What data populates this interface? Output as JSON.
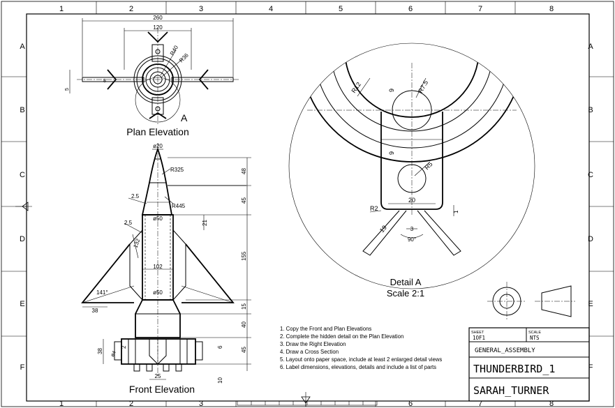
{
  "border": {
    "columns": [
      "1",
      "2",
      "3",
      "4",
      "5",
      "6",
      "7",
      "8"
    ],
    "rows": [
      "A",
      "B",
      "C",
      "D",
      "E",
      "F"
    ]
  },
  "plan": {
    "title": "Plan Elevation",
    "dim_260": "260",
    "dim_120": "120",
    "dim_r40": "R40",
    "dim_r36": "R36",
    "dim_8": "8",
    "dim_5": "5",
    "detail_label": "A"
  },
  "front": {
    "title": "Front Elevation",
    "dim_d20": "ø20",
    "dim_r325": "R325",
    "dim_r445": "R445",
    "dim_25a": "2.5",
    "dim_25b": "2.5",
    "dim_d50a": "ø50",
    "dim_21": "21",
    "dim_132": "132",
    "dim_102": "102",
    "dim_141": "141°",
    "dim_d50b": "ø50",
    "dim_38a": "38",
    "dim_48": "48",
    "dim_45a": "45",
    "dim_155": "155",
    "dim_15": "15",
    "dim_40": "40",
    "dim_45b": "45",
    "dim_6": "6",
    "dim_10": "10",
    "dim_38b": "38",
    "dim_2": "2",
    "dim_d4": "ø4",
    "dim_25": "25"
  },
  "detail": {
    "title_line1": "Detail A",
    "title_line2": "Scale 2:1",
    "dim_r12": "R12",
    "dim_r75": "R7.5",
    "dim_9a": "9",
    "dim_9b": "9",
    "dim_r5": "R5",
    "dim_20": "20",
    "dim_r2": "R2",
    "dim_1": "1",
    "dim_19": "19",
    "dim_3": "3",
    "dim_90": "90°"
  },
  "instructions": [
    "1. Copy the Front and Plan Elevations",
    "2. Complete the hidden detail on the Plan Elevation",
    "3. Draw the Right Elevation",
    "4. Draw a Cross Section",
    "5. Layout onto paper space, include at least 2 enlarged detail views",
    "6. Label dimensions, elevations, details and include a list of parts"
  ],
  "title_block": {
    "sheet_label": "SHEET",
    "sheet_value": "1OF1",
    "scale_label": "SCALE",
    "scale_value": "NTS",
    "drawing_type": "GENERAL_ASSEMBLY",
    "project": "THUNDERBIRD_1",
    "author": "SARAH_TURNER"
  }
}
